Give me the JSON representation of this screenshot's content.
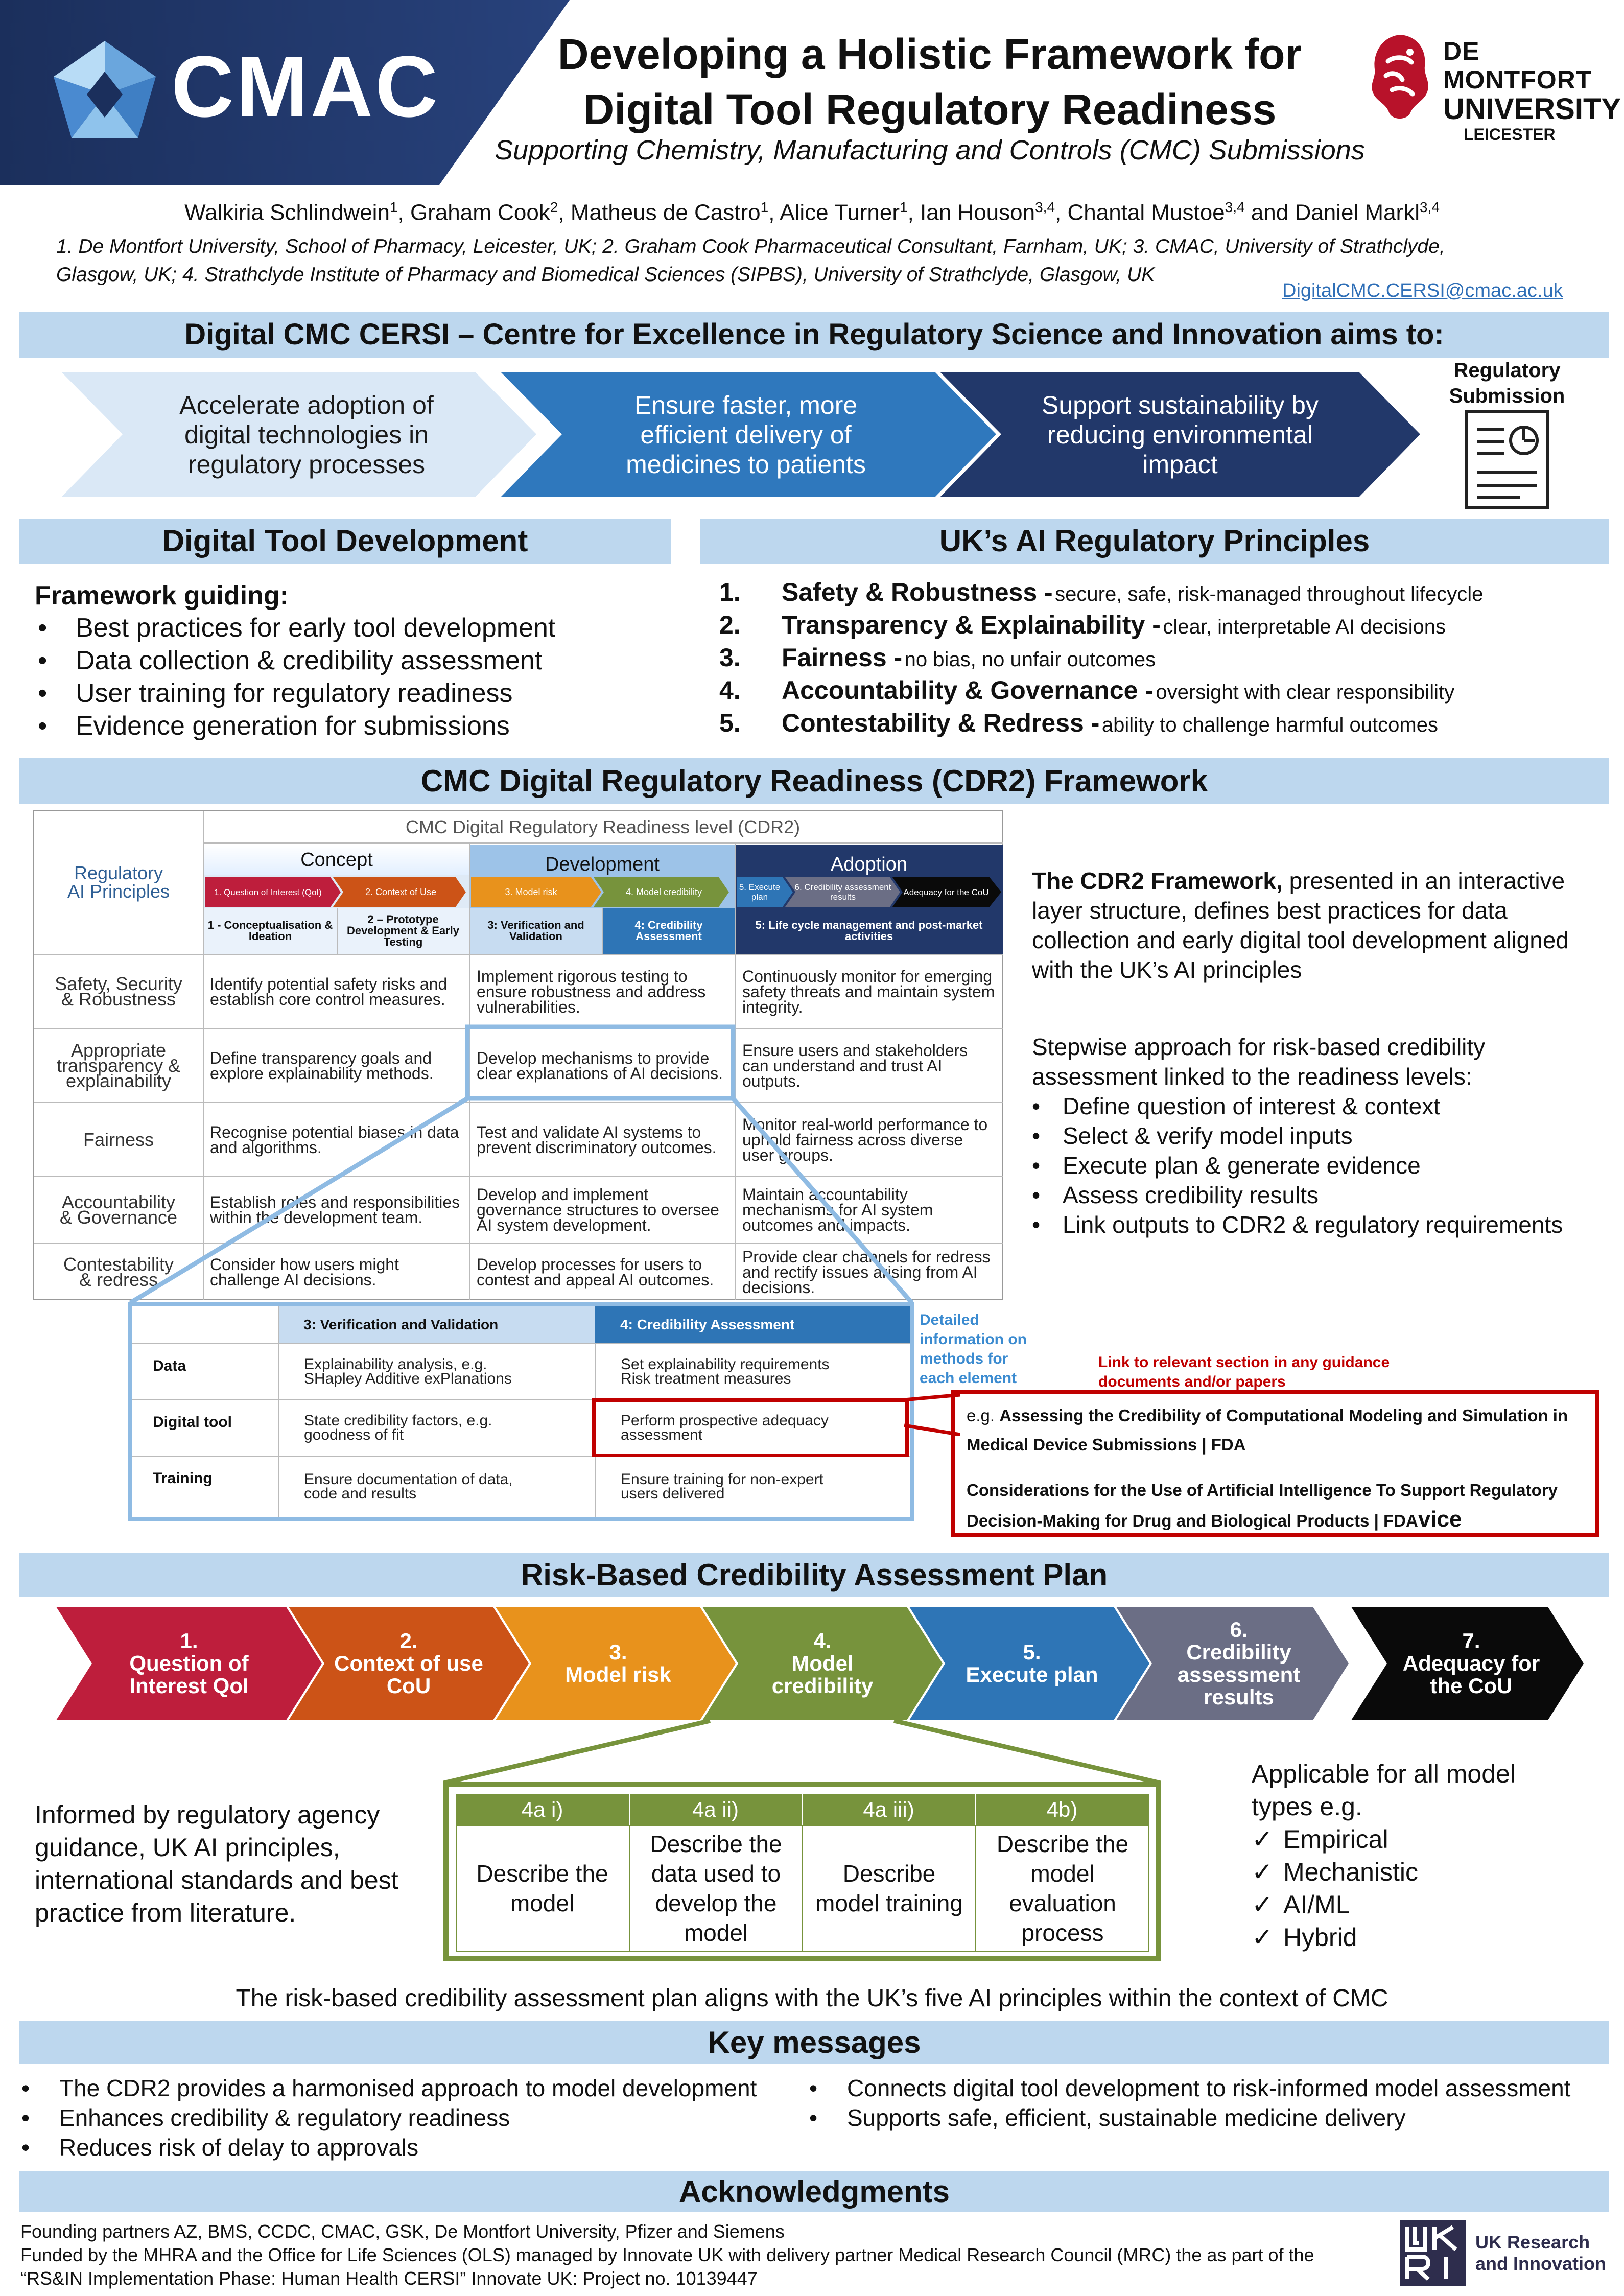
{
  "header": {
    "logo_text": "CMAC",
    "title_line1": "Developing a Holistic Framework for",
    "title_line2": "Digital Tool Regulatory Readiness",
    "subtitle": "Supporting Chemistry, Manufacturing and Controls (CMC) Submissions",
    "dmu_line1": "DE MONTFORT",
    "dmu_line2": "UNIVERSITY",
    "dmu_line3": "LEICESTER",
    "authors": [
      {
        "name": "Walkiria Schlindwein",
        "sup": "1",
        "sep": ", "
      },
      {
        "name": "Graham Cook",
        "sup": "2",
        "sep": ", "
      },
      {
        "name": "Matheus de Castro",
        "sup": "1",
        "sep": ", "
      },
      {
        "name": "Alice Turner",
        "sup": "1",
        "sep": ", "
      },
      {
        "name": "Ian Houson",
        "sup": "3,4",
        "sep": ", "
      },
      {
        "name": "Chantal Mustoe",
        "sup": "3,4",
        "sep": " and "
      },
      {
        "name": "Daniel Markl",
        "sup": "3,4",
        "sep": ""
      }
    ],
    "affiliations_1": "1. De Montfort University, School of Pharmacy, Leicester, UK; 2. Graham Cook Pharmaceutical Consultant, Farnham, UK; 3. CMAC, University of Strathclyde,",
    "affiliations_2": "Glasgow, UK; 4. Strathclyde Institute of Pharmacy and Biomedical Sciences (SIPBS), University of Strathclyde, Glasgow, UK",
    "email": "DigitalCMC.CERSI@cmac.ac.uk"
  },
  "aims": {
    "banner": "Digital CMC CERSI – Centre for Excellence in Regulatory Science and Innovation aims to:",
    "arrows": [
      {
        "text": "Accelerate adoption of digital technologies in regulatory processes",
        "color": "#dae8f6",
        "text_color": "#1a1a1a"
      },
      {
        "text": "Ensure faster, more efficient delivery of medicines to patients",
        "color": "#2f78bd",
        "text_color": "#ffffff"
      },
      {
        "text": "Support sustainability by reducing environmental impact",
        "color": "#22386a",
        "text_color": "#ffffff"
      }
    ],
    "submission_label": "Regulatory Submission"
  },
  "digital_tool": {
    "heading": "Digital Tool Development",
    "lead": "Framework guiding:",
    "items": [
      "Best practices for early tool development",
      "Data collection & credibility assessment",
      "User training for regulatory readiness",
      "Evidence generation for submissions"
    ]
  },
  "ai_principles": {
    "heading": "UK’s AI Regulatory Principles",
    "items": [
      {
        "num": "1.",
        "title": "Safety & Robustness -",
        "desc": "secure, safe, risk-managed throughout lifecycle"
      },
      {
        "num": "2.",
        "title": "Transparency & Explainability -",
        "desc": "clear, interpretable AI decisions"
      },
      {
        "num": "3.",
        "title": "Fairness -",
        "desc": "no bias, no unfair outcomes"
      },
      {
        "num": "4.",
        "title": "Accountability & Governance -",
        "desc": "oversight with clear responsibility"
      },
      {
        "num": "5.",
        "title": "Contestability & Redress -",
        "desc": "ability to challenge harmful outcomes"
      }
    ]
  },
  "cdr2": {
    "heading": "CMC Digital Regulatory Readiness (CDR2) Framework",
    "table_title": "CMC Digital Regulatory Readiness level (CDR2)",
    "corner": "Regulatory AI Principles",
    "phases": [
      "Concept",
      "Development",
      "Adoption"
    ],
    "mini_steps": [
      "1. Question of Interest (QoI)",
      "2. Context of Use",
      "3. Model risk",
      "4. Model credibility",
      "5. Execute plan",
      "6. Credibility assessment results",
      "Adequacy for the CoU"
    ],
    "levels": [
      "1 - Conceptualisation & Ideation",
      "2 – Prototype Development & Early Testing",
      "3: Verification and Validation",
      "4: Credibility Assessment",
      "5: Life cycle management and post-market activities"
    ],
    "rows": [
      {
        "label": "Safety, Security & Robustness",
        "concept": "Identify potential safety risks and establish core control measures.",
        "development": "Implement rigorous testing to ensure robustness and address vulnerabilities.",
        "adoption": "Continuously monitor for emerging safety threats and maintain system integrity."
      },
      {
        "label": "Appropriate transparency & explainability",
        "concept": "Define transparency goals and explore explainability methods.",
        "development": "Develop mechanisms to provide clear explanations of AI decisions.",
        "adoption": "Ensure users and stakeholders can understand and trust AI outputs."
      },
      {
        "label": "Fairness",
        "concept": "Recognise potential biases in data and algorithms.",
        "development": "Test and validate AI systems to prevent discriminatory outcomes.",
        "adoption": "Monitor real-world performance to uphold fairness across diverse user groups."
      },
      {
        "label": "Accountability & Governance",
        "concept": "Establish roles and responsibilities within the development team.",
        "development": "Develop and implement governance structures to oversee AI system development.",
        "adoption": "Maintain accountability mechanisms for AI system outcomes and impacts."
      },
      {
        "label": "Contestability & redress",
        "concept": "Consider how users might challenge AI decisions.",
        "development": "Develop processes for users to contest and appeal AI outcomes.",
        "adoption": "Provide clear channels for redress and rectify issues arising from AI decisions."
      }
    ],
    "detail_headers": [
      "3: Verification and Validation",
      "4: Credibility Assessment"
    ],
    "detail_rows": [
      {
        "label": "Data",
        "vv": "Explainability analysis, e.g. SHapley Additive exPlanations",
        "ca": "Set explainability requirements Risk treatment measures"
      },
      {
        "label": "Digital tool",
        "vv": "State credibility factors, e.g. goodness of fit",
        "ca": "Perform prospective adequacy assessment"
      },
      {
        "label": "Training",
        "vv": "Ensure documentation of data, code and results",
        "ca": "Ensure training for non-expert users delivered"
      }
    ],
    "detail_note": "Detailed information on methods for each element",
    "link_note": "Link to relevant section in any guidance documents and/or papers",
    "guidance_prefix": "e.g.",
    "guidance_1": "Assessing the Credibility of Computational Modeling and Simulation in Medical Device Submissions | FDA",
    "guidance_2": "Considerations for the Use of Artificial Intelligence To Support Regulatory Decision-Making for Drug and Biological Products | FDA",
    "guidance_2_tail": "vice",
    "right_intro_bold": "The CDR2 Framework,",
    "right_intro_rest": "presented in an interactive layer structure, defines best practices for data collection and early digital tool development aligned with the UK’s AI principles",
    "right_step_intro": "Stepwise approach for risk-based credibility assessment linked to the readiness levels:",
    "right_steps": [
      "Define question of interest & context",
      "Select & verify model inputs",
      "Execute plan & generate evidence",
      "Assess credibility results",
      "Link outputs to CDR2 & regulatory requirements"
    ]
  },
  "risk": {
    "heading": "Risk-Based Credibility Assessment Plan",
    "steps": [
      {
        "num": "1.",
        "label": "Question of Interest QoI",
        "color": "#be1e3c"
      },
      {
        "num": "2.",
        "label": "Context of use CoU",
        "color": "#cc5317"
      },
      {
        "num": "3.",
        "label": "Model risk",
        "color": "#e8921c"
      },
      {
        "num": "4.",
        "label": "Model credibility",
        "color": "#77933c"
      },
      {
        "num": "5.",
        "label": "Execute plan",
        "color": "#2e75b6"
      },
      {
        "num": "6.",
        "label": "Credibility assessment results",
        "color": "#6b6e85"
      },
      {
        "num": "7.",
        "label": "Adequacy for the CoU",
        "color": "#0a0a0a"
      }
    ],
    "left_text": "Informed by regulatory agency guidance, UK AI principles, international standards and best practice from literature.",
    "sub_headers": [
      "4a i)",
      "4a ii)",
      "4a iii)",
      "4b)"
    ],
    "sub_cells": [
      "Describe the model",
      "Describe the data used to develop the model",
      "Describe model training",
      "Describe the model evaluation process"
    ],
    "applicable": "Applicable for all model types e.g.",
    "model_types": [
      "Empirical",
      "Mechanistic",
      "AI/ML",
      "Hybrid"
    ],
    "alignment": "The risk-based credibility assessment plan aligns with the UK’s five AI principles within the context of CMC"
  },
  "key": {
    "heading": "Key messages",
    "left": [
      "The CDR2 provides a harmonised approach to model development",
      "Enhances credibility & regulatory readiness",
      "Reduces risk of delay to approvals"
    ],
    "right": [
      "Connects digital tool development to risk-informed model assessment",
      "Supports safe, efficient, sustainable medicine delivery"
    ]
  },
  "ack": {
    "heading": "Acknowledgments",
    "line1": "Founding partners AZ, BMS, CCDC, CMAC, GSK, De Montfort University, Pfizer and Siemens",
    "line2": "Funded by the MHRA and the Office for Life Sciences (OLS) managed by Innovate UK with delivery partner Medical Research Council (MRC)  the as part of the",
    "line3": "“RS&IN Implementation Phase: Human Health CERSI”    Innovate UK: Project no. 10139447",
    "ukri_line1": "UK Research",
    "ukri_line2": "and Innovation"
  }
}
